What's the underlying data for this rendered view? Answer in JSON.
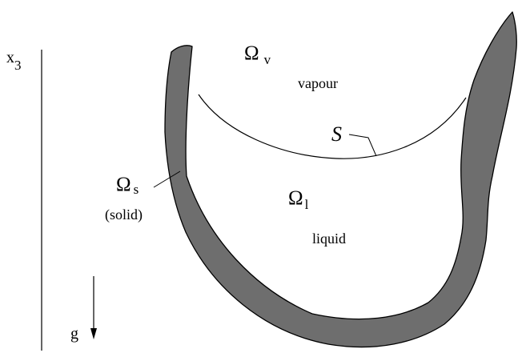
{
  "labels": {
    "x3": {
      "base": "x",
      "subscript": "3"
    },
    "omega_v": {
      "symbol": "Ω",
      "subscript": "v"
    },
    "vapour": "vapour",
    "surface": "S",
    "omega_s": {
      "symbol": "Ω",
      "subscript": "s"
    },
    "solid": "(solid)",
    "omega_l": {
      "symbol": "Ω",
      "subscript": "l"
    },
    "liquid": "liquid",
    "gravity": "g"
  },
  "colors": {
    "solid_fill": "#6e6e6e",
    "stroke": "#000000",
    "background": "#ffffff"
  }
}
